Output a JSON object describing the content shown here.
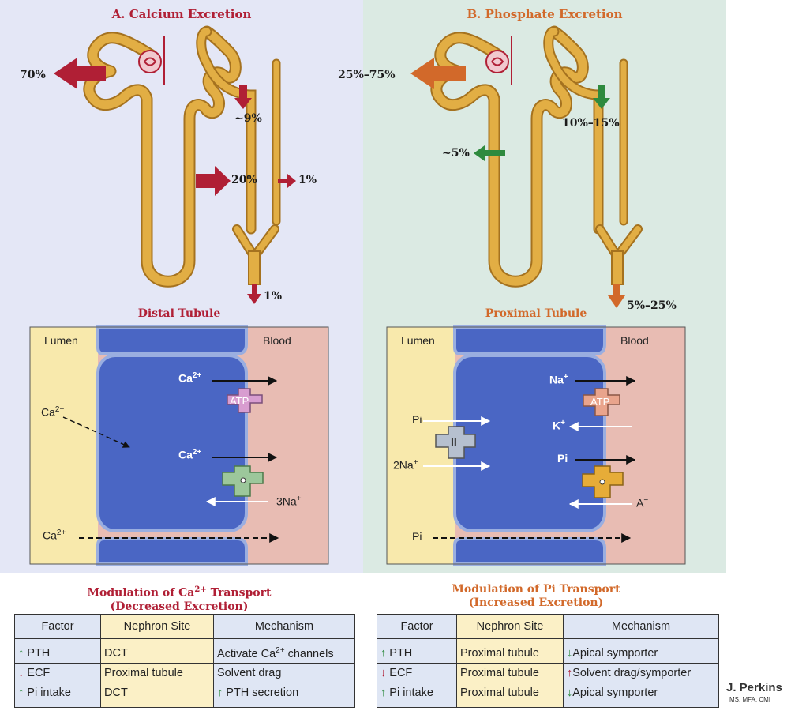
{
  "colors": {
    "ca_accent": "#b01f35",
    "pi_accent": "#d2692a",
    "left_bg": "#e4e7f6",
    "right_bg": "#dbeae3"
  },
  "calcium": {
    "title": "A. Calcium Excretion",
    "p70": "70%",
    "p9": "~9%",
    "p20": "20%",
    "p1a": "1%",
    "p1b": "1%",
    "section": "Distal Tubule",
    "cell": {
      "lumen": "Lumen",
      "blood": "Blood",
      "ca_top": "Ca",
      "ca_mid": "Ca",
      "ca_lumen": "Ca",
      "ca_bottom": "Ca",
      "ca_sup": "2+",
      "atp": "ATP",
      "na": "3Na",
      "na_sup": "+"
    },
    "mod_title_1": "Modulation of Ca",
    "mod_title_sup": "2+",
    "mod_title_2": " Transport",
    "mod_sub": "(Decreased Excretion)",
    "table": {
      "headers": [
        "Factor",
        "Nephron Site",
        "Mechanism"
      ],
      "rows": [
        {
          "arrow": "↑",
          "factor": "PTH",
          "site": "DCT",
          "mech_arrow": "",
          "mech": "Activate Ca",
          "mech_sup": "2+",
          "mech_tail": " channels"
        },
        {
          "arrow": "↓",
          "factor": "ECF",
          "site": "Proximal tubule",
          "mech_arrow": "",
          "mech": "Solvent drag",
          "mech_sup": "",
          "mech_tail": ""
        },
        {
          "arrow": "↑",
          "factor": "Pi intake",
          "site": "DCT",
          "mech_arrow": "↑",
          "mech": " PTH secretion",
          "mech_sup": "",
          "mech_tail": ""
        }
      ]
    }
  },
  "phosphate": {
    "title": "B. Phosphate Excretion",
    "p25_75": "25%–75%",
    "p10_15": "10%–15%",
    "p5": "~5%",
    "p5_25": "5%–25%",
    "section": "Proximal Tubule",
    "cell": {
      "lumen": "Lumen",
      "blood": "Blood",
      "pi_in": "Pi",
      "na_in": "2Na",
      "na_sup": "+",
      "transporter": "II",
      "na_out": "Na",
      "k_out": "K",
      "pi_out": "Pi",
      "anion": "A",
      "minus": "−",
      "atp": "ATP",
      "pi_bottom": "Pi"
    },
    "mod_title": "Modulation of Pi Transport",
    "mod_sub": "(Increased Excretion)",
    "table": {
      "headers": [
        "Factor",
        "Nephron Site",
        "Mechanism"
      ],
      "rows": [
        {
          "arrow": "↑",
          "factor": "PTH",
          "site": "Proximal tubule",
          "mech_arrow": "↓",
          "mech": "Apical symporter"
        },
        {
          "arrow": "↓",
          "factor": "ECF",
          "site": "Proximal tubule",
          "mech_arrow": "↑",
          "mech": "Solvent drag/symporter"
        },
        {
          "arrow": "↑",
          "factor": "Pi intake",
          "site": "Proximal tubule",
          "mech_arrow": "↓",
          "mech": "Apical symporter"
        }
      ]
    }
  },
  "signature": {
    "name": "J. Perkins",
    "credentials": "MS, MFA, CMI"
  }
}
